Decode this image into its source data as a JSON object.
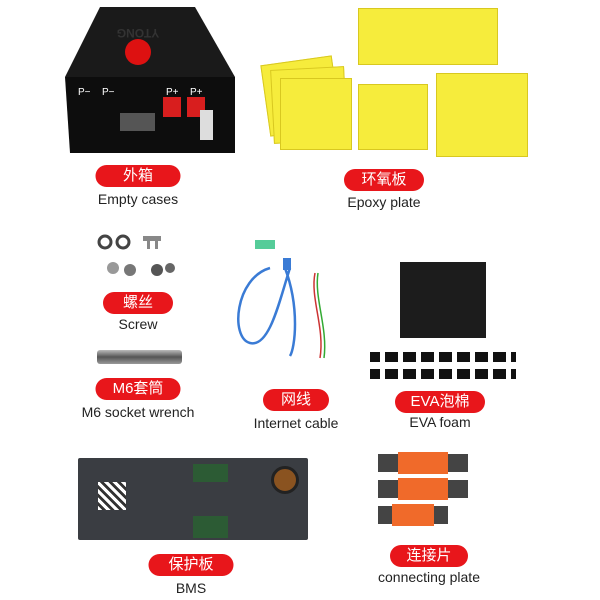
{
  "items": [
    {
      "cn": "外箱",
      "en": "Empty cases"
    },
    {
      "cn": "环氧板",
      "en": "Epoxy plate"
    },
    {
      "cn": "螺丝",
      "en": "Screw"
    },
    {
      "cn": "M6套筒",
      "en": "M6 socket wrench"
    },
    {
      "cn": "网线",
      "en": "Internet cable"
    },
    {
      "cn": "EVA泡棉",
      "en": "EVA foam"
    },
    {
      "cn": "保护板",
      "en": "BMS"
    },
    {
      "cn": "连接片",
      "en": "connecting plate"
    }
  ],
  "case": {
    "brand": "YTONG",
    "terminals": [
      "P−",
      "P−",
      "P+",
      "P+"
    ]
  },
  "colors": {
    "label_bg": "#e8161b",
    "case": "#111111",
    "epoxy": "#f6ec3c",
    "connector": "#f06a2a"
  }
}
